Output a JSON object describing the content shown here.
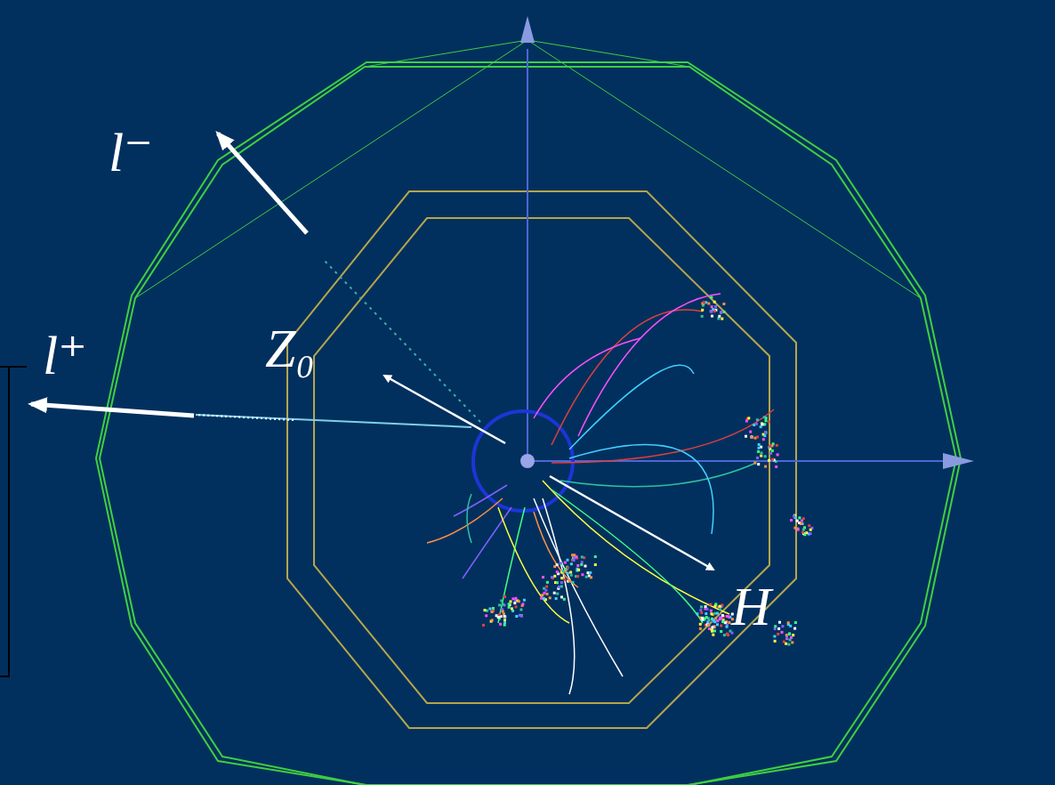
{
  "diagram": {
    "labels": [
      "l⁻",
      "l⁺",
      "Z₀",
      "H"
    ]
  }
}
